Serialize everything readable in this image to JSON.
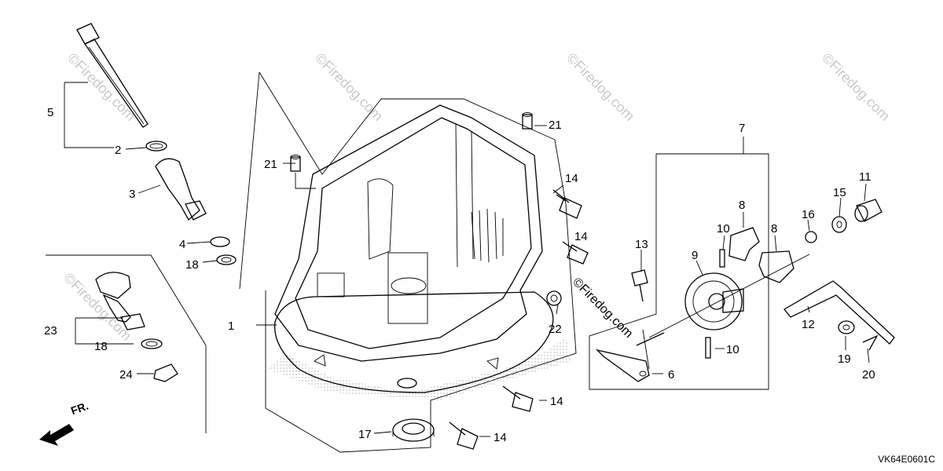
{
  "diagram_code": "VK64E0601C",
  "front_indicator": "FR.",
  "watermark": "©Firedog.com",
  "watermark_main": "©Firedog.com",
  "callouts": [
    {
      "id": "c1",
      "text": "1"
    },
    {
      "id": "c2",
      "text": "2"
    },
    {
      "id": "c3",
      "text": "3"
    },
    {
      "id": "c4",
      "text": "4"
    },
    {
      "id": "c5",
      "text": "5"
    },
    {
      "id": "c6",
      "text": "6"
    },
    {
      "id": "c7",
      "text": "7"
    },
    {
      "id": "c8a",
      "text": "8"
    },
    {
      "id": "c8b",
      "text": "8"
    },
    {
      "id": "c9",
      "text": "9"
    },
    {
      "id": "c10a",
      "text": "10"
    },
    {
      "id": "c10b",
      "text": "10"
    },
    {
      "id": "c11",
      "text": "11"
    },
    {
      "id": "c12",
      "text": "12"
    },
    {
      "id": "c13",
      "text": "13"
    },
    {
      "id": "c14a",
      "text": "14"
    },
    {
      "id": "c14b",
      "text": "14"
    },
    {
      "id": "c14c",
      "text": "14"
    },
    {
      "id": "c14d",
      "text": "14"
    },
    {
      "id": "c15",
      "text": "15"
    },
    {
      "id": "c16",
      "text": "16"
    },
    {
      "id": "c17",
      "text": "17"
    },
    {
      "id": "c18a",
      "text": "18"
    },
    {
      "id": "c18b",
      "text": "18"
    },
    {
      "id": "c19",
      "text": "19"
    },
    {
      "id": "c20",
      "text": "20"
    },
    {
      "id": "c21a",
      "text": "21"
    },
    {
      "id": "c21b",
      "text": "21"
    },
    {
      "id": "c22",
      "text": "22"
    },
    {
      "id": "c23",
      "text": "23"
    },
    {
      "id": "c24",
      "text": "24"
    }
  ]
}
